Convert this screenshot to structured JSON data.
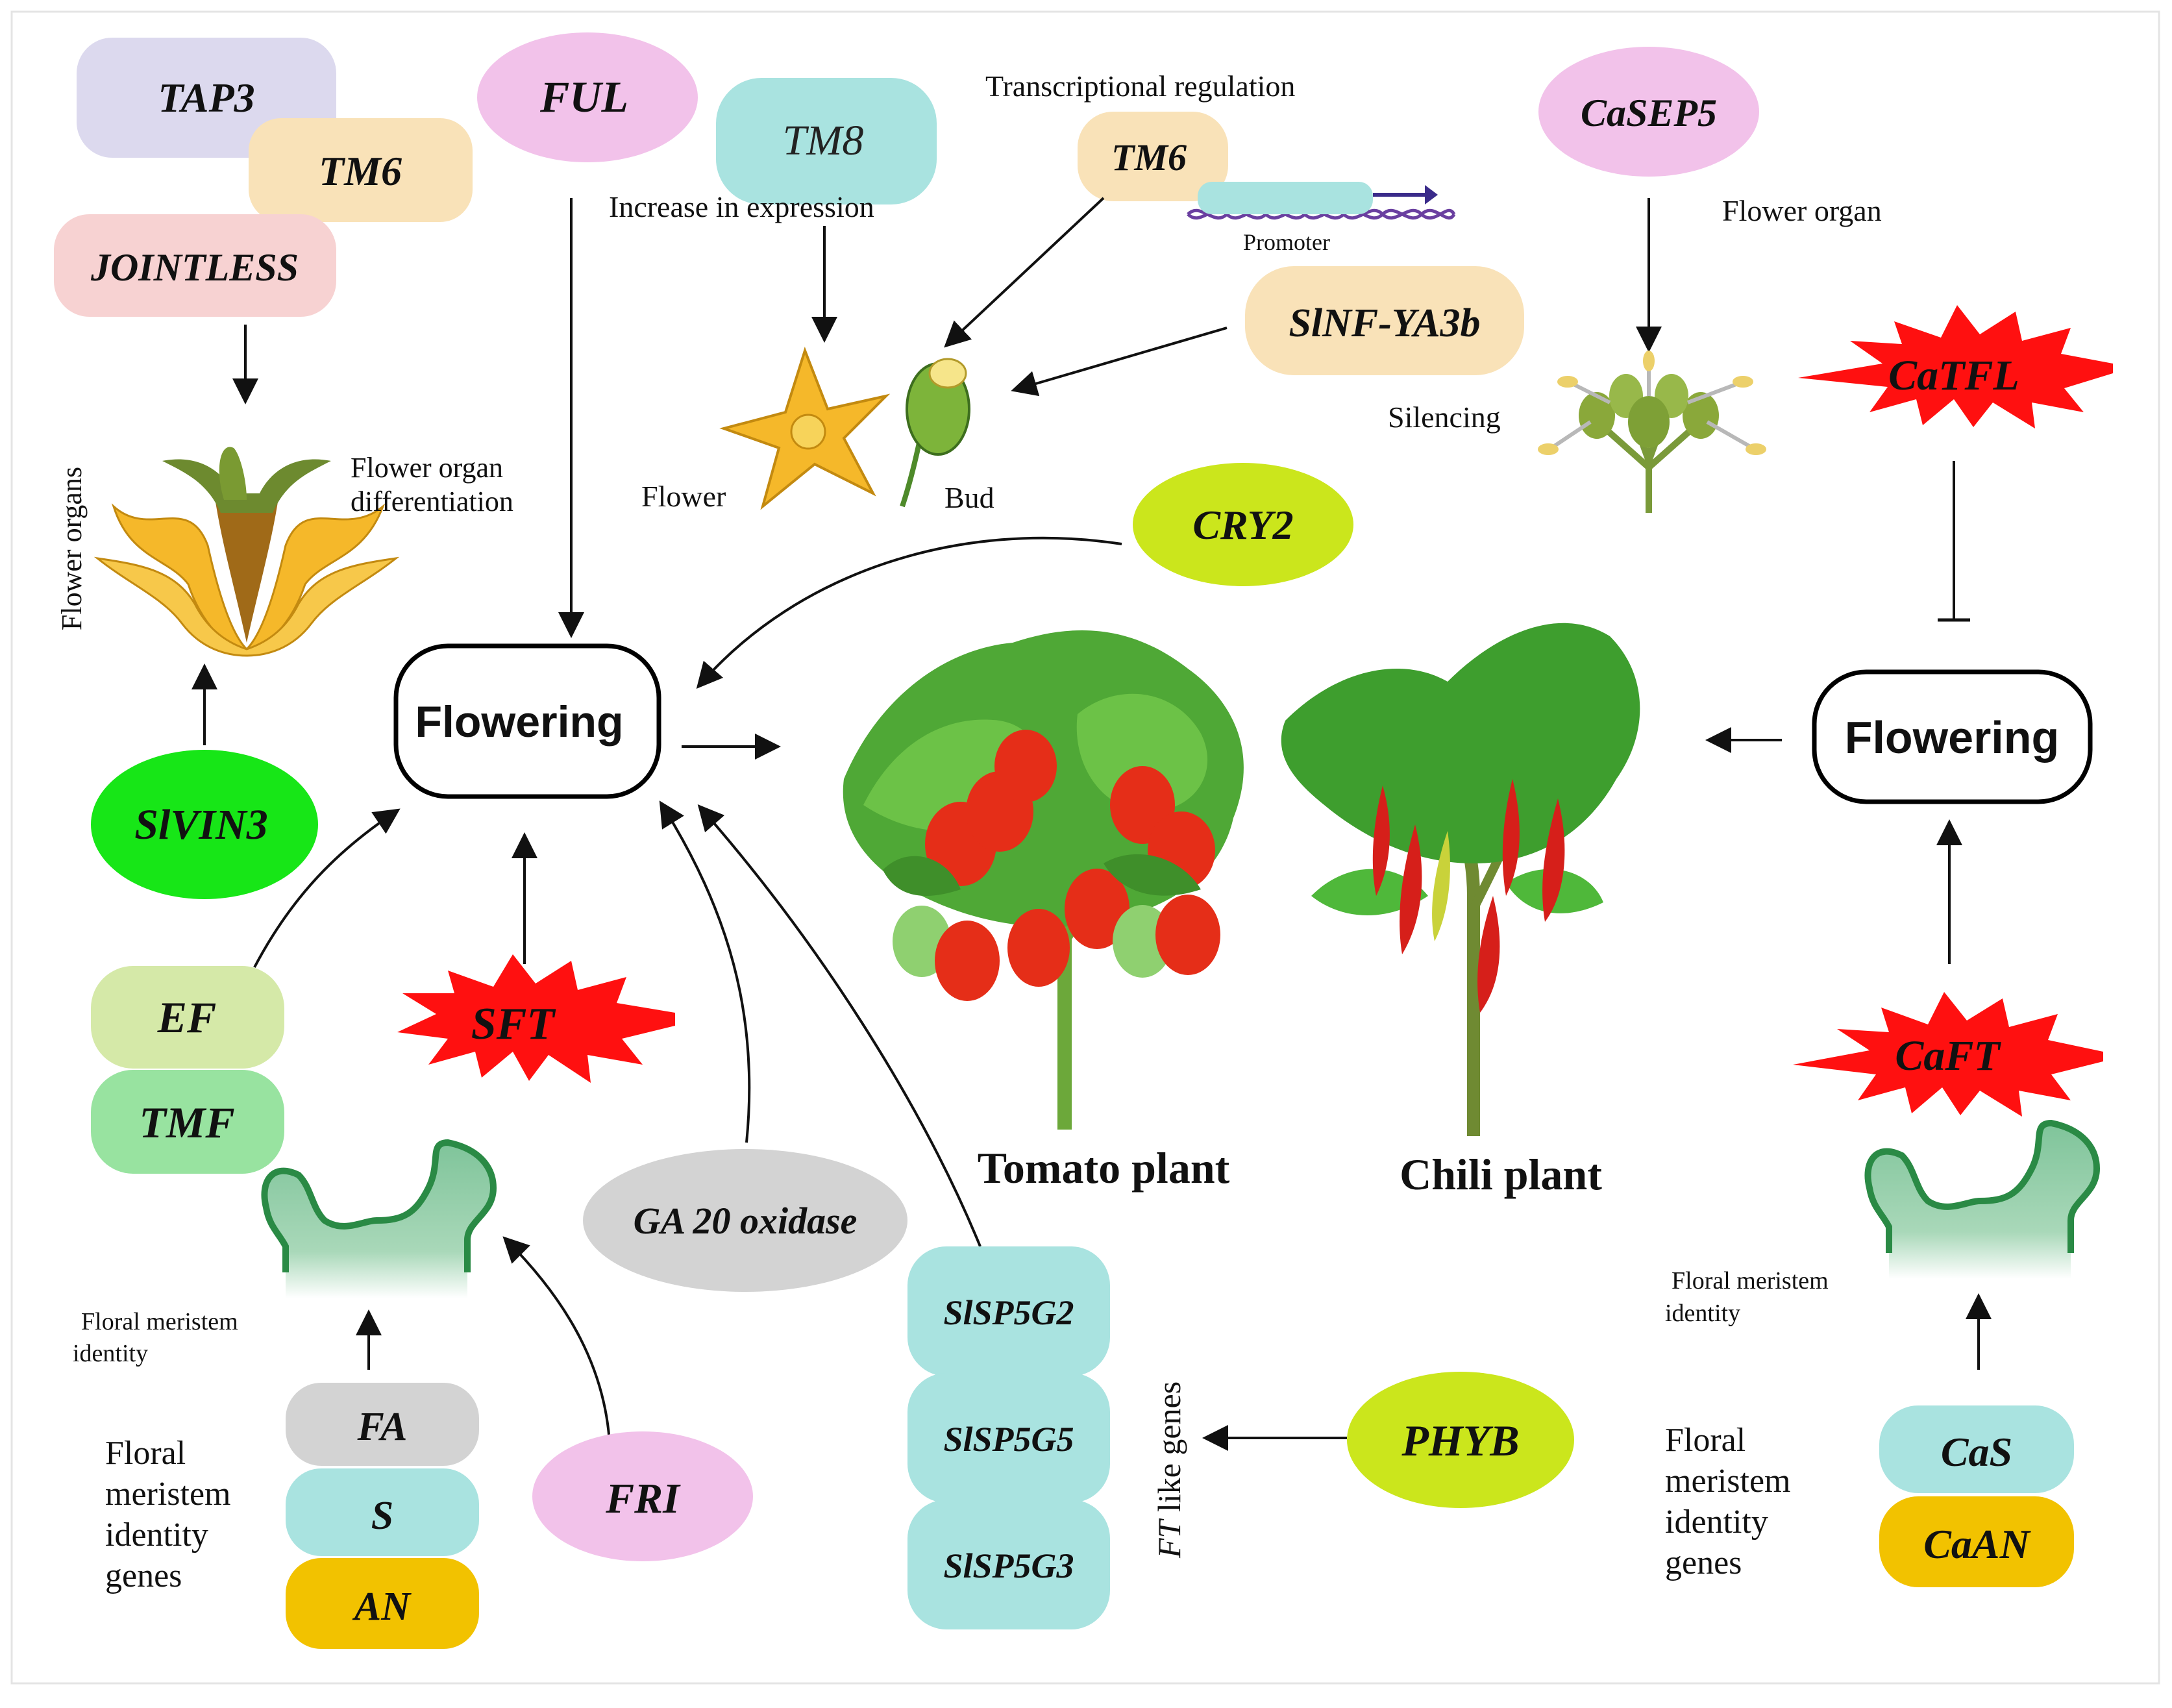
{
  "tomato": {
    "genes": {
      "tap3": "TAP3",
      "tm6": "TM6",
      "jointless": "JOINTLESS",
      "ful": "FUL",
      "tm8": "TM8",
      "tm6_tr": "TM6",
      "slnf": "SlNF-YA3b",
      "cry2": "CRY2",
      "slvin3": "SlVIN3",
      "sft": "SFT",
      "ef": "EF",
      "tmf": "TMF",
      "ga20": "GA 20 oxidase",
      "fa": "FA",
      "s": "S",
      "an": "AN",
      "fri": "FRI",
      "slsp5g2": "SlSP5G2",
      "slsp5g5": "SlSP5G5",
      "slsp5g3": "SlSP5G3",
      "phyb": "PHYB"
    },
    "labels": {
      "flower_organs": "Flower organs",
      "flower_organ_diff_1": "Flower organ",
      "flower_organ_diff_2": "differentiation",
      "increase_expression": "Increase in  expression",
      "transcriptional_regulation": "Transcriptional regulation",
      "promoter": "Promoter",
      "flower": "Flower",
      "bud": "Bud",
      "floral_meristem_identity_1": "Floral meristem",
      "floral_meristem_identity_2": "identity",
      "fmi_genes_1": "Floral",
      "fmi_genes_2": "meristem",
      "fmi_genes_3": "identity",
      "fmi_genes_4": "genes",
      "ft_like_italic": "FT",
      "ft_like_rest": " like genes"
    },
    "flowering": "Flowering",
    "plant_label": "Tomato plant"
  },
  "chili": {
    "genes": {
      "casep5": "CaSEP5",
      "catfl": "CaTFL",
      "caft": "CaFT",
      "cas": "CaS",
      "caan": "CaAN"
    },
    "labels": {
      "flower_organ": "Flower organ",
      "silencing": "Silencing",
      "floral_meristem_identity_1": "Floral meristem",
      "floral_meristem_identity_2": "identity",
      "fmi_genes_1": "Floral",
      "fmi_genes_2": "meristem",
      "fmi_genes_3": "identity",
      "fmi_genes_4": "genes"
    },
    "flowering": "Flowering",
    "plant_label": "Chili plant"
  },
  "colors": {
    "lavender": "#dcd9ee",
    "peach": "#f9e2b8",
    "pink_rose": "#f7d2d2",
    "magenta_pink": "#f2c2ea",
    "cyan": "#a9e3e0",
    "lime": "#cbe61c",
    "bright_green": "#17e617",
    "red_star": "#ff1010",
    "pale_green": "#d5e9a8",
    "mint": "#98e3a0",
    "grey": "#d3d3d3",
    "yellow": "#f2c200",
    "meristem_green": "#2a8a45"
  }
}
